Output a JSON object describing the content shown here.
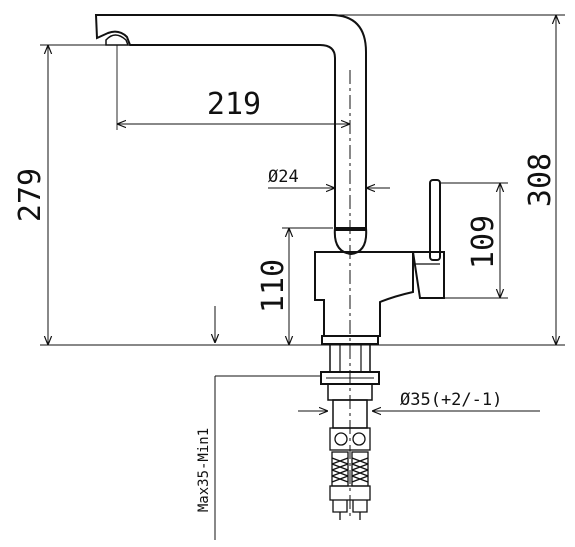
{
  "dimensions": {
    "reach": "219",
    "total_height": "308",
    "spout_height": "279",
    "body_height": "110",
    "handle_height": "109",
    "spout_diameter": "Ø24",
    "hole_diameter": "Ø35(+2/-1)",
    "deck_thickness": "Max35-Min1"
  }
}
